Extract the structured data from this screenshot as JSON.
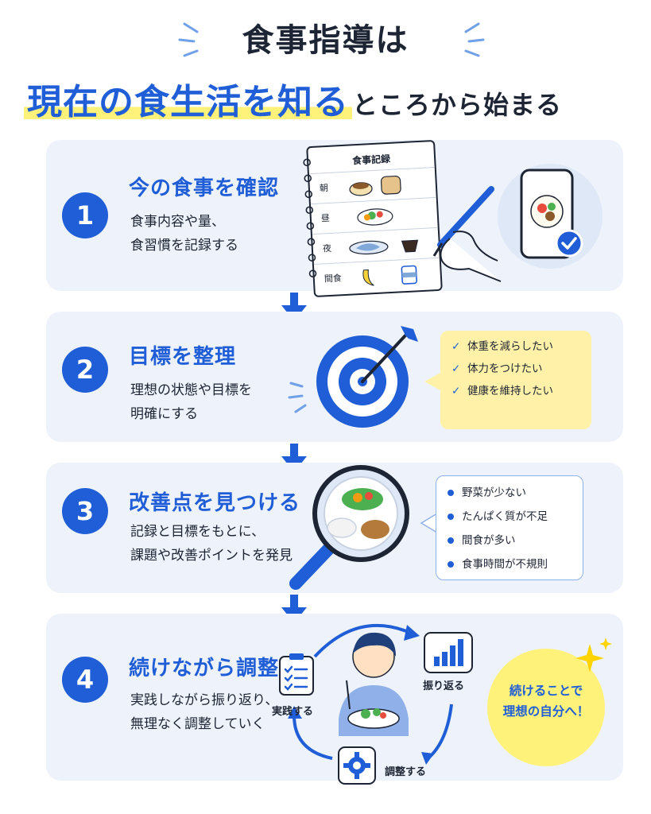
{
  "header": {
    "line1": "食事指導は",
    "line2_highlight": "現在の食生活を知る",
    "line2_rest": "ところから始まる"
  },
  "steps": [
    {
      "number": "1",
      "title": "今の食事を確認",
      "desc": [
        "食事内容や量、",
        "食習慣を記録する"
      ]
    },
    {
      "number": "2",
      "title": "目標を整理",
      "desc": [
        "理想の状態や目標を",
        "明確にする"
      ]
    },
    {
      "number": "3",
      "title": "改善点を見つける",
      "desc": [
        "記録と目標をもとに、",
        "課題や改善ポイントを発見"
      ]
    },
    {
      "number": "4",
      "title": "続けながら調整",
      "desc": [
        "実践しながら振り返り、",
        "無理なく調整していく"
      ]
    }
  ],
  "notebook": {
    "title": "食事記録",
    "rows": [
      "朝",
      "昼",
      "夜",
      "間食"
    ]
  },
  "goals": [
    "体重を減らしたい",
    "体力をつけたい",
    "健康を維持したい"
  ],
  "issues": [
    "野菜が少ない",
    "たんぱく質が不足",
    "間食が多い",
    "食事時間が不規則"
  ],
  "cycle": {
    "practice": "実践する",
    "review": "振り返る",
    "adjust": "調整する"
  },
  "goal_badge": [
    "続けることで",
    "理想の自分へ！"
  ],
  "icons": {
    "check": "check-icon",
    "arrow": "arrow-down-icon",
    "target": "target-icon",
    "magnifier": "magnifier-icon",
    "phone": "phone-icon",
    "clipboard": "clipboard-icon",
    "chart": "bar-chart-icon",
    "gear": "gear-icon",
    "sparkle": "sparkle-icon"
  },
  "colors": {
    "primary": "#1f5ed6",
    "card": "#eef3fb",
    "highlight": "#fff27a",
    "bubble_yellow": "#fff2a8",
    "text": "#1d2433"
  }
}
